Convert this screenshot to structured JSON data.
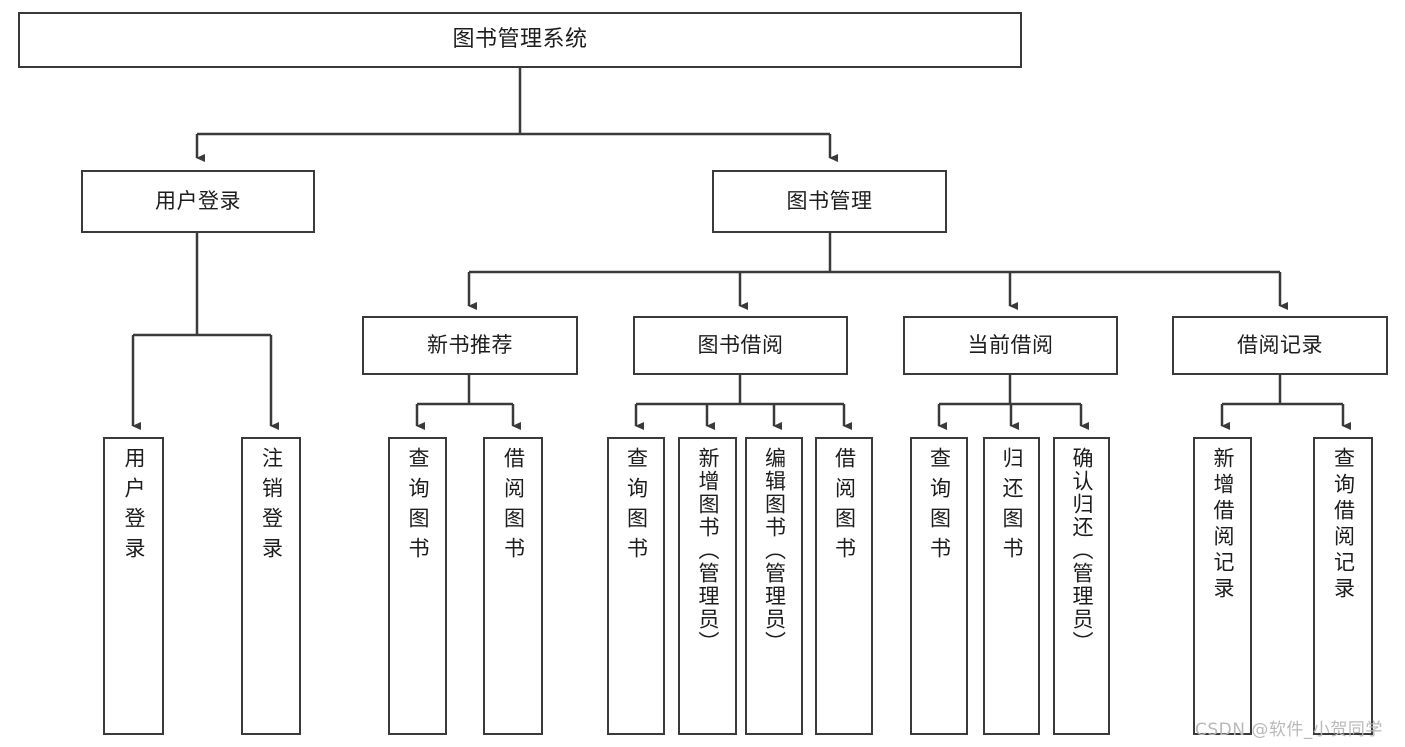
{
  "diagram": {
    "type": "tree-hierarchy",
    "title": "图书管理系统",
    "root": {
      "id": "root",
      "label": "图书管理系统"
    },
    "level2": [
      {
        "id": "user-login",
        "label": "用户登录"
      },
      {
        "id": "book-manage",
        "label": "图书管理"
      }
    ],
    "level3": [
      {
        "id": "new-book-rec",
        "label": "新书推荐",
        "parent": "book-manage"
      },
      {
        "id": "book-borrow",
        "label": "图书借阅",
        "parent": "book-manage"
      },
      {
        "id": "current-borrow",
        "label": "当前借阅",
        "parent": "book-manage"
      },
      {
        "id": "borrow-record",
        "label": "借阅记录",
        "parent": "book-manage"
      }
    ],
    "leaves": [
      {
        "id": "leaf-user-login",
        "label": "用户登录",
        "parent": "user-login"
      },
      {
        "id": "leaf-user-logout",
        "label": "注销登录",
        "parent": "user-login"
      },
      {
        "id": "leaf-query-book-1",
        "label": "查询图书",
        "parent": "new-book-rec"
      },
      {
        "id": "leaf-borrow-book-1",
        "label": "借阅图书",
        "parent": "new-book-rec"
      },
      {
        "id": "leaf-query-book-2",
        "label": "查询图书",
        "parent": "book-borrow"
      },
      {
        "id": "leaf-add-book",
        "label": "新增图书（管理员）",
        "parent": "book-borrow"
      },
      {
        "id": "leaf-edit-book",
        "label": "编辑图书（管理员）",
        "parent": "book-borrow"
      },
      {
        "id": "leaf-borrow-book-2",
        "label": "借阅图书",
        "parent": "book-borrow"
      },
      {
        "id": "leaf-query-book-3",
        "label": "查询图书",
        "parent": "current-borrow"
      },
      {
        "id": "leaf-return-book",
        "label": "归还图书",
        "parent": "current-borrow"
      },
      {
        "id": "leaf-confirm-return",
        "label": "确认归还（管理员）",
        "parent": "current-borrow"
      },
      {
        "id": "leaf-add-record",
        "label": "新增借阅记录",
        "parent": "borrow-record"
      },
      {
        "id": "leaf-query-record",
        "label": "查询借阅记录",
        "parent": "borrow-record"
      }
    ],
    "watermark": "CSDN @软件_小贺同学",
    "colors": {
      "stroke": "#3a3a3a",
      "fill": "#ffffff",
      "text": "#1d1d1d",
      "watermark": "#b9b9b9"
    }
  }
}
